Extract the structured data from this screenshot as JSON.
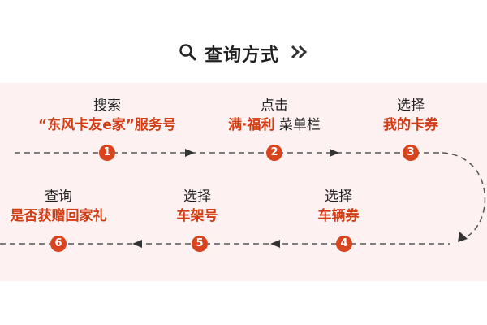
{
  "header": {
    "title": "查询方式",
    "search_icon": "search-icon",
    "chevron_icon": "double-chevron-right-icon"
  },
  "colors": {
    "accent": "#d23d15",
    "circle": "#d8441d",
    "panel_bg": "#fdf2f1",
    "line": "#555555"
  },
  "steps": [
    {
      "number": "1",
      "verb": "搜索",
      "object": "“东风卡友e家”服务号",
      "object_extra": ""
    },
    {
      "number": "2",
      "verb": "点击",
      "object": "满·福利",
      "object_extra": " 菜单栏"
    },
    {
      "number": "3",
      "verb": "选择",
      "object": "我的卡券",
      "object_extra": ""
    },
    {
      "number": "4",
      "verb": "选择",
      "object": "车辆券",
      "object_extra": ""
    },
    {
      "number": "5",
      "verb": "选择",
      "object": "车架号",
      "object_extra": ""
    },
    {
      "number": "6",
      "verb": "查询",
      "object": "是否获赠回家礼",
      "object_extra": ""
    }
  ]
}
